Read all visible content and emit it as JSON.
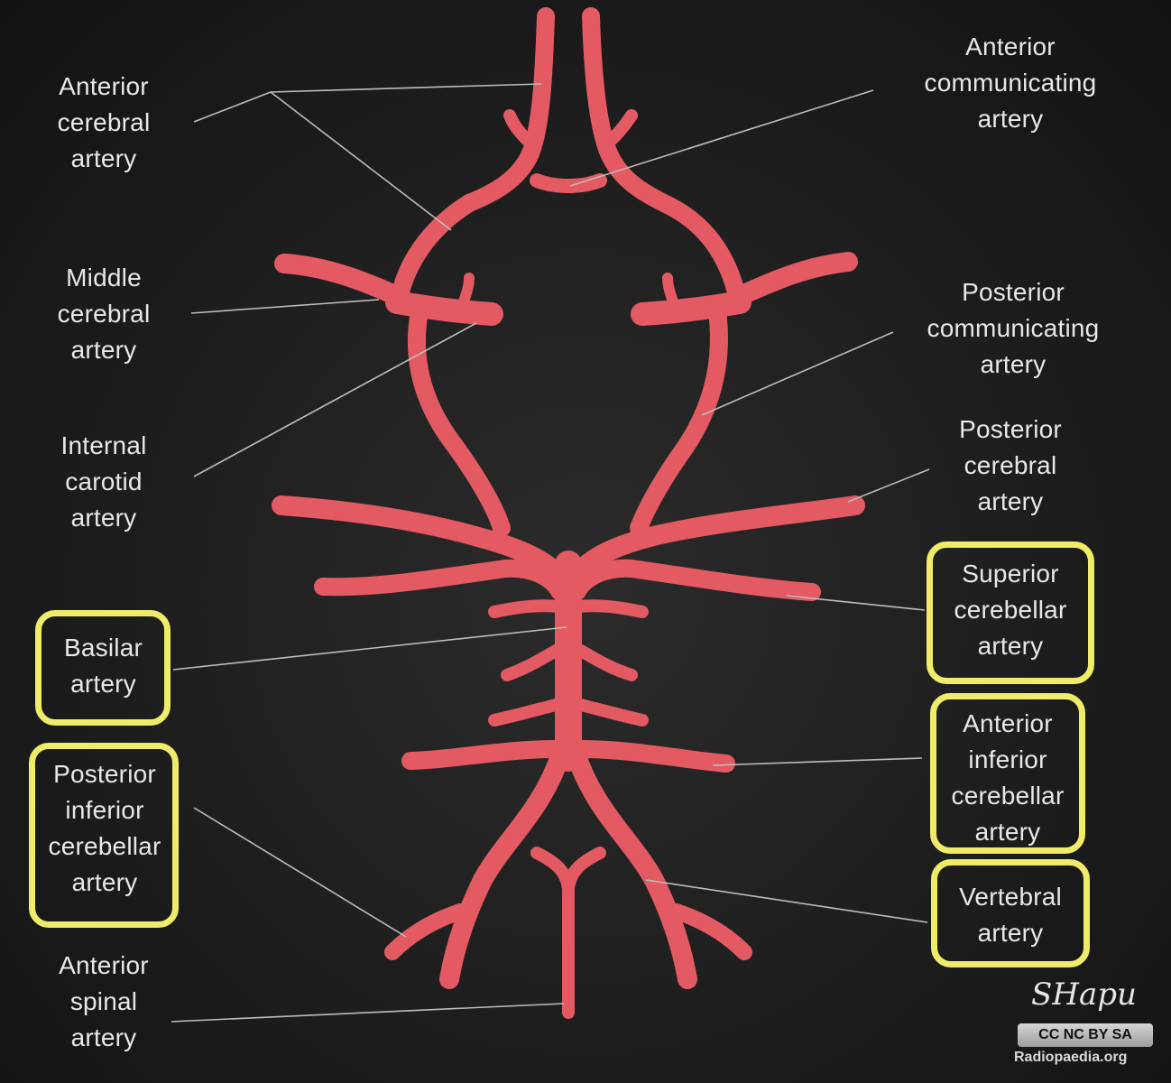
{
  "labels": {
    "aca": [
      "Anterior",
      "cerebral",
      "artery"
    ],
    "acom": [
      "Anterior",
      "communicating",
      "artery"
    ],
    "mca": [
      "Middle",
      "cerebral",
      "artery"
    ],
    "pcom": [
      "Posterior",
      "communicating",
      "artery"
    ],
    "ica": [
      "Internal",
      "carotid",
      "artery"
    ],
    "pca": [
      "Posterior",
      "cerebral",
      "artery"
    ],
    "sca": [
      "Superior",
      "cerebellar",
      "artery"
    ],
    "basilar": [
      "Basilar",
      "artery"
    ],
    "aica": [
      "Anterior",
      "inferior",
      "cerebellar",
      "artery"
    ],
    "pica": [
      "Posterior",
      "inferior",
      "cerebellar",
      "artery"
    ],
    "vertebral": [
      "Vertebral",
      "artery"
    ],
    "asa": [
      "Anterior",
      "spinal",
      "artery"
    ]
  },
  "signature": "SHapu",
  "license": "CC NC BY SA",
  "site": "Radiopaedia.org",
  "colors": {
    "vessel": "#e35a63",
    "highlight_box": "#f0ec6a",
    "leader_line": "#bdbdbd",
    "background": "#1c1c1c"
  }
}
